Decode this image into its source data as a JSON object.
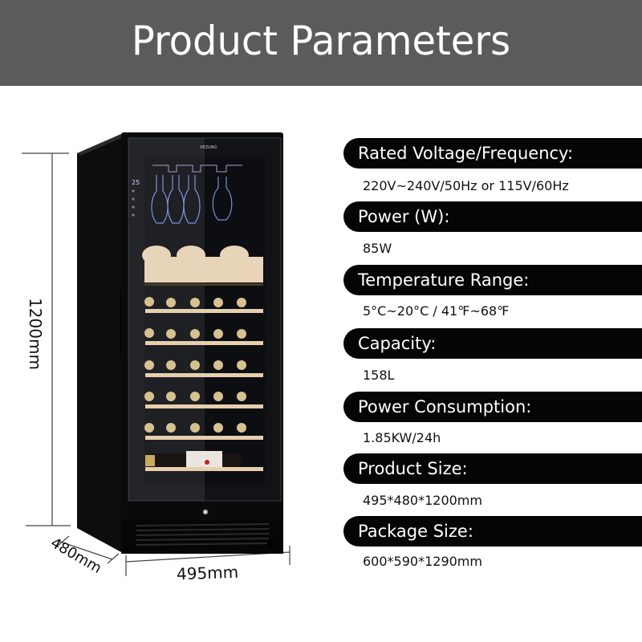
{
  "header": {
    "title": "Product Parameters",
    "background": "#5c5b5c"
  },
  "specs": [
    {
      "label": "Rated Voltage/Frequency:",
      "value": "220V~240V/50Hz or 115V/60Hz"
    },
    {
      "label": "Power (W):",
      "value": "85W"
    },
    {
      "label": "Temperature Range:",
      "value": "5°C~20°C / 41℉~68℉"
    },
    {
      "label": "Capacity:",
      "value": "158L"
    },
    {
      "label": "Power Consumption:",
      "value": "1.85KW/24h"
    },
    {
      "label": "Product Size:",
      "value": "495*480*1200mm"
    },
    {
      "label": "Package Size:",
      "value": "600*590*1290mm"
    }
  ],
  "illustration": {
    "height_label": "1200mm",
    "depth_label": "480mm",
    "width_label": "495mm",
    "brand_text": "VEZUNG",
    "display_reading": "25"
  }
}
